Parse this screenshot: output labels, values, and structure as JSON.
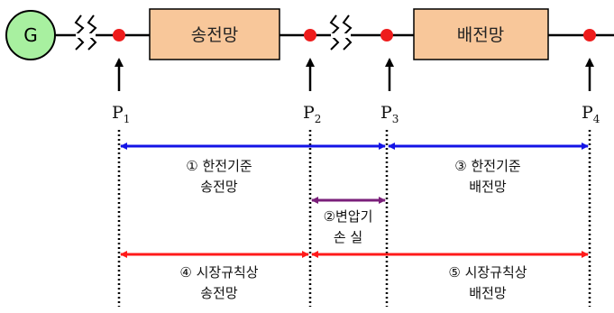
{
  "generator": {
    "symbol": "G"
  },
  "networks": {
    "transmission": "송전망",
    "distribution": "배전망"
  },
  "points": [
    {
      "main": "P",
      "sub": "1"
    },
    {
      "main": "P",
      "sub": "2"
    },
    {
      "main": "P",
      "sub": "3"
    },
    {
      "main": "P",
      "sub": "4"
    }
  ],
  "segments": {
    "kepco_transmission": {
      "line1": "① 한전기준",
      "line2": "송전망",
      "color": "#1414e6"
    },
    "kepco_distribution": {
      "line1": "③ 한전기준",
      "line2": "배전망",
      "color": "#1414e6"
    },
    "transformer_loss": {
      "line1": "②변압기",
      "line2": "손 실",
      "color": "#7a1f7a"
    },
    "market_transmission": {
      "line1": "④ 시장규칙상",
      "line2": "송전망",
      "color": "#ff1a1a"
    },
    "market_distribution": {
      "line1": "⑤ 시장규칙상",
      "line2": "배전망",
      "color": "#ff1a1a"
    }
  },
  "colors": {
    "box_fill": "#f8c79a",
    "node": "#ee1c1c",
    "generator_fill": "#a8f0a0"
  }
}
